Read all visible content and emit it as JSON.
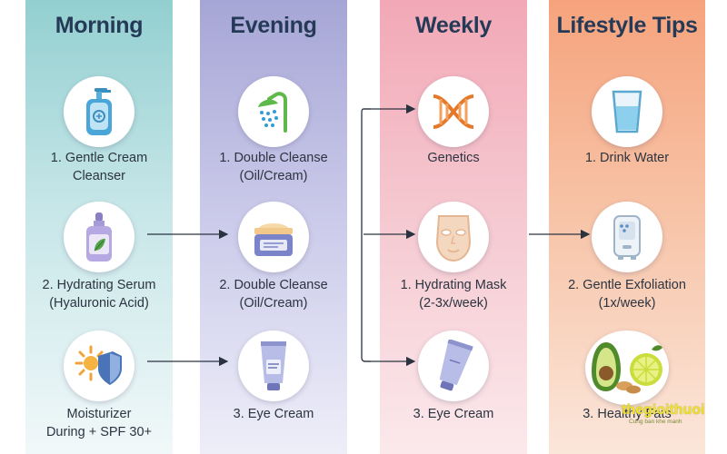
{
  "columns": [
    {
      "title": "Morning",
      "steps": [
        {
          "label_1": "1. Gentle Cream",
          "label_2": "Cleanser",
          "icon": "pump-bottle-icon"
        },
        {
          "label_1": "2. Hydrating Serum",
          "label_2": "(Hyaluronic Acid)",
          "icon": "serum-dropper-bottle-icon"
        },
        {
          "label_1": "Moisturizer",
          "label_2": "During + SPF 30+",
          "icon": "sun-shield-icon"
        }
      ]
    },
    {
      "title": "Evening",
      "steps": [
        {
          "label_1": "1. Double Cleanse",
          "label_2": "(Oil/Cream)",
          "icon": "shower-icon"
        },
        {
          "label_1": "2. Double Cleanse",
          "label_2": "(Oil/Cream)",
          "icon": "cream-jar-icon"
        },
        {
          "label_1": "3. Eye Cream",
          "label_2": "",
          "icon": "tube-icon"
        }
      ]
    },
    {
      "title": "Weekly",
      "steps": [
        {
          "label_1": "Genetics",
          "label_2": "",
          "icon": "dna-icon"
        },
        {
          "label_1": "1. Hydrating Mask",
          "label_2": "(2-3x/week)",
          "icon": "face-mask-icon"
        },
        {
          "label_1": "3. Eye Cream",
          "label_2": "",
          "icon": "tube-icon"
        }
      ]
    },
    {
      "title": "Lifestyle Tips",
      "steps": [
        {
          "label_1": "1. Drink Water",
          "label_2": "",
          "icon": "water-glass-icon"
        },
        {
          "label_1": "2. Gentle Exfoliation",
          "label_2": "(1x/week)",
          "icon": "humidifier-icon"
        },
        {
          "label_1": "3. Healthy Fats",
          "label_2": "",
          "icon": "avocado-lime-icon"
        }
      ]
    }
  ],
  "watermark": {
    "text": "thegioithuoi",
    "sub": "Cung ban khe manh"
  },
  "colors": {
    "title": "#243a57",
    "text": "#2b3440",
    "morning": "#93cfd0",
    "evening": "#a6a6d6",
    "weekly": "#f2a8b6",
    "lifestyle": "#f6a37c",
    "connector": "#2a3340"
  }
}
